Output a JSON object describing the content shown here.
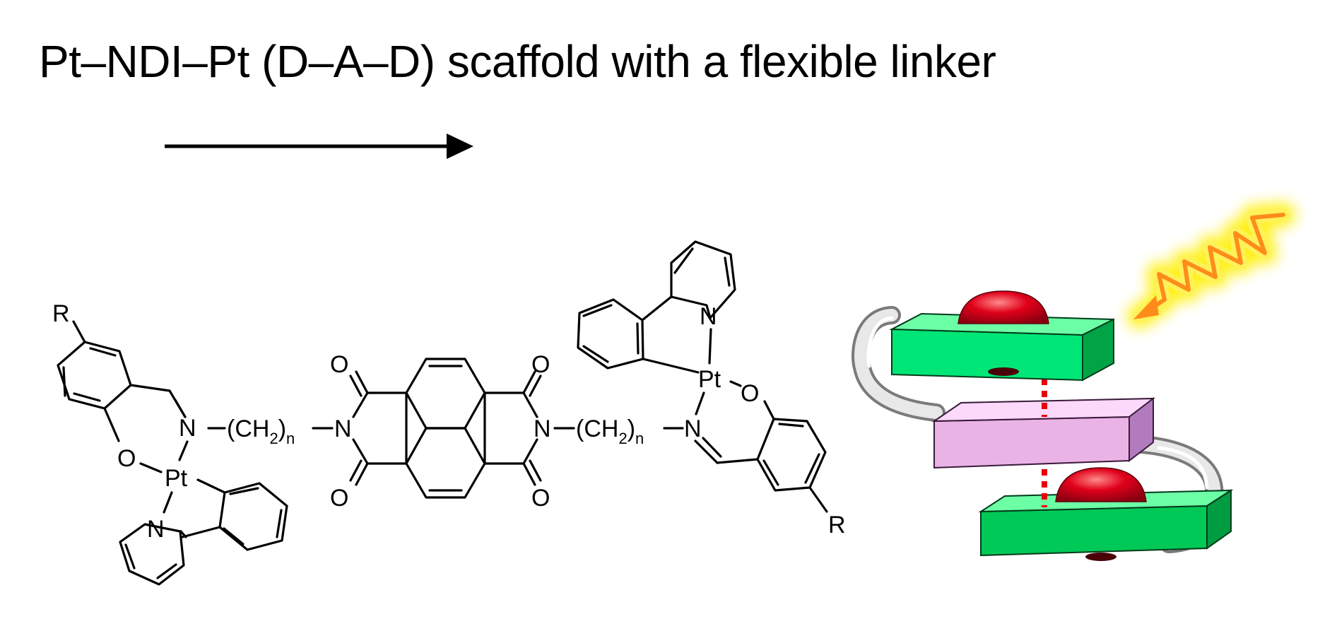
{
  "title": "Pt–NDI–Pt (D–A–D) scaffold with a flexible linker",
  "colors": {
    "donor_green": "#00e676",
    "acceptor_pink": "#f4c4f0",
    "pt_red": "#e0001a",
    "interaction_red": "#e8000b",
    "emission_orange": "#ff8c1a",
    "emission_glow": "#ffef00",
    "linker_gray": "#d9d9d9"
  },
  "molecule": {
    "substituent_left": "R",
    "substituent_right": "R",
    "metal": "Pt",
    "oxygen": "O",
    "nitrogen": "N",
    "linker_open": "(CH",
    "linker_sub2": "2",
    "linker_close": ")",
    "linker_subn": "n",
    "linker_dash": "–"
  },
  "icons": [
    "arrow-right-icon",
    "emission-wave-icon"
  ]
}
